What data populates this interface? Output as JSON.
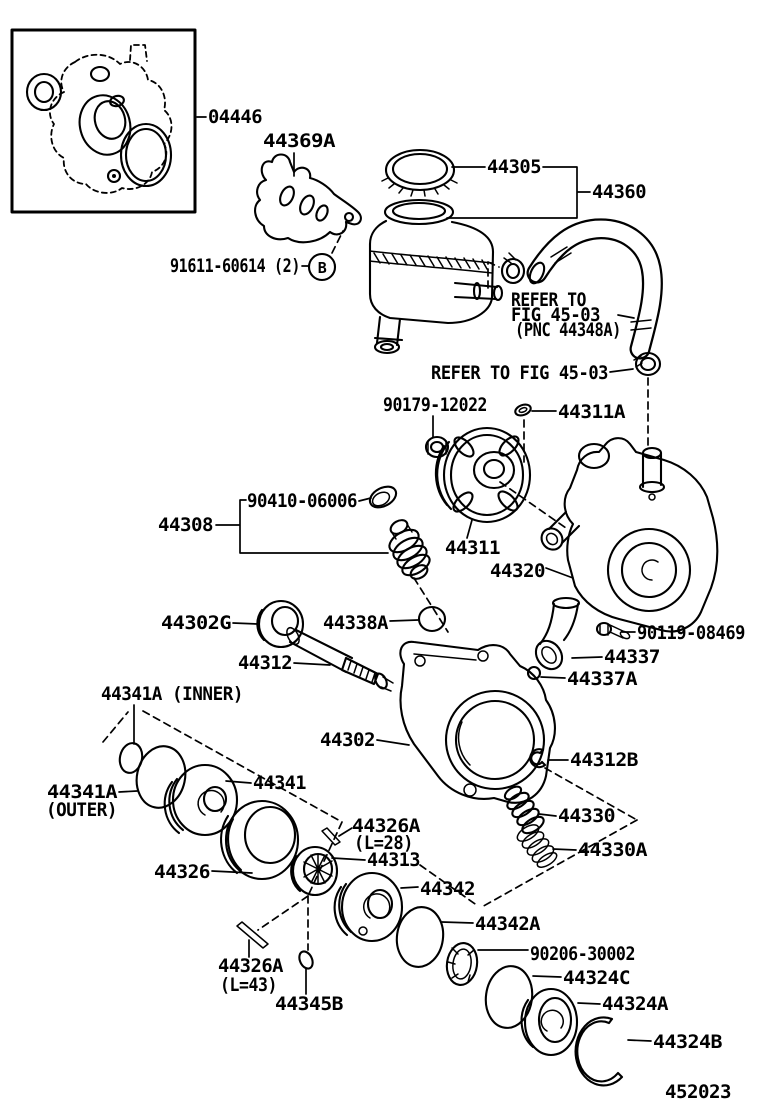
{
  "figure": {
    "number": "452023"
  },
  "notes": {
    "refer1_line1": "REFER TO",
    "refer1_line2": "FIG 45-03",
    "refer1_line3": "(PNC 44348A)",
    "refer2": "REFER TO FIG 45-03"
  },
  "markers": {
    "bolt_circle": "B"
  },
  "parts": {
    "p04446": "04446",
    "p44369A": "44369A",
    "p44305": "44305",
    "p44360": "44360",
    "p91611": "91611-60614 (2)",
    "p90179": "90179-12022",
    "p44311A": "44311A",
    "p90410": "90410-06006",
    "p44308": "44308",
    "p44311": "44311",
    "p44320": "44320",
    "p44302G": "44302G",
    "p44338A": "44338A",
    "p44312": "44312",
    "p90119": "90119-08469",
    "p44337": "44337",
    "p44337A": "44337A",
    "p44341A_inner": "44341A (INNER)",
    "p44302": "44302",
    "p44312B": "44312B",
    "p44341A_outer_1": "44341A",
    "p44341A_outer_2": "(OUTER)",
    "p44341": "44341",
    "p44330": "44330",
    "p44326A_28_1": "44326A",
    "p44326A_28_2": "(L=28)",
    "p44330A": "44330A",
    "p44313": "44313",
    "p44326": "44326",
    "p44342": "44342",
    "p44342A": "44342A",
    "p90206": "90206-30002",
    "p44324C": "44324C",
    "p44326A_43_1": "44326A",
    "p44326A_43_2": "(L=43)",
    "p44324A": "44324A",
    "p44345B": "44345B",
    "p44324B": "44324B"
  },
  "colors": {
    "line": "#000000",
    "background": "#ffffff"
  }
}
